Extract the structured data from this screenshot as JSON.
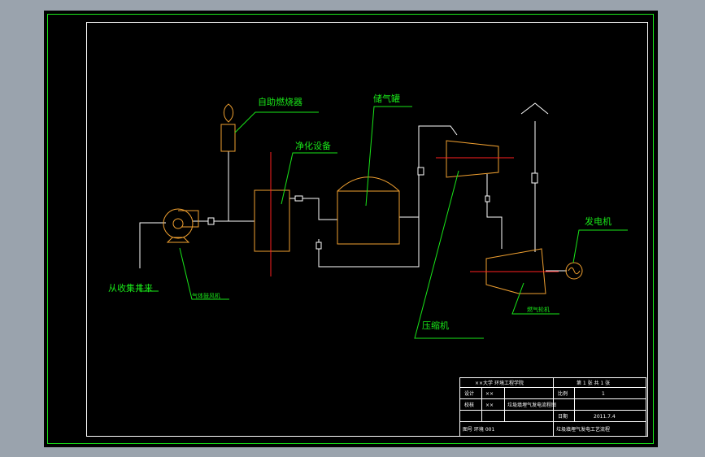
{
  "colors": {
    "background": "#9aa3ad",
    "canvas": "#000000",
    "frame": "#19e619",
    "equipment": "#f0a030",
    "pipe": "#ffffff",
    "axis": "#ff2020",
    "label": "#19e619",
    "titleblock": "#ffffff"
  },
  "labels": {
    "burner": "自助燃烧器",
    "purifier": "净化设备",
    "tank": "储气罐",
    "compressor": "压缩机",
    "generator": "发电机",
    "source": "从收集井来",
    "blower": "气体鼓风机",
    "turbine": "燃气轮机"
  },
  "titleblock": {
    "school": "××大学 环境工程学院",
    "drawing_title": "垃圾填埋气发电工艺流程",
    "scale_label": "比例",
    "scale_value": "1",
    "designer_label": "设计",
    "designer_value": "××",
    "checker_label": "校核",
    "checker_value": "××",
    "date_label": "日期",
    "date_value": "2011.7.4",
    "center_text": "垃圾填埋气发电流程图",
    "drawing_no": "图号 环境 001",
    "sheet": "第 1 张 共 1 张"
  }
}
